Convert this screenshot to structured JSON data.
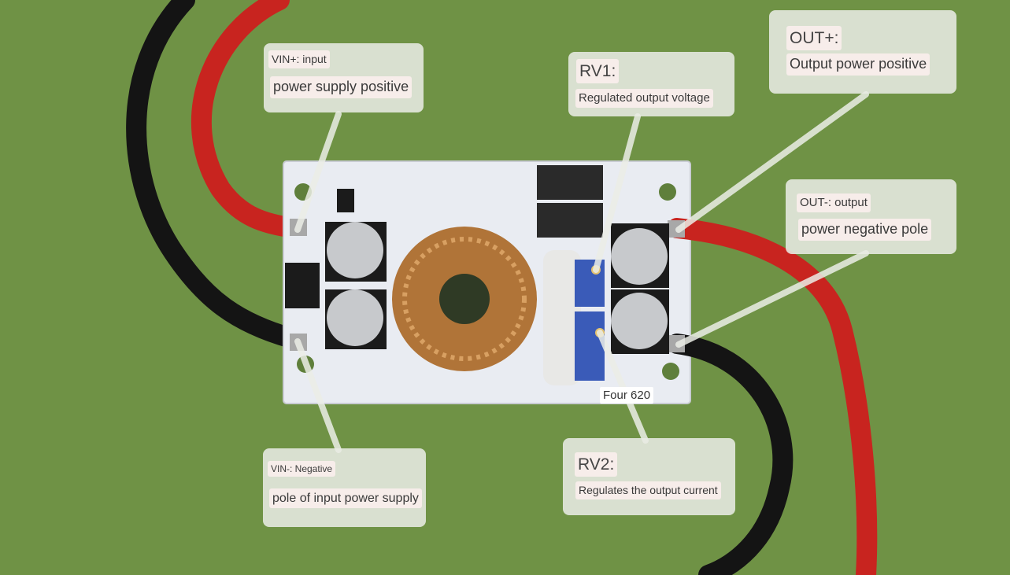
{
  "callouts": {
    "vin_plus": {
      "title": "VIN+: input",
      "body": "power supply positive"
    },
    "vin_minus": {
      "title": "VIN-: Negative",
      "body": "pole of input power supply"
    },
    "rv1": {
      "title": "RV1:",
      "body": "Regulated output voltage"
    },
    "rv2": {
      "title": "RV2:",
      "body": "Regulates the output current"
    },
    "out_plus": {
      "title": "OUT+:",
      "body": "Output power positive"
    },
    "out_minus": {
      "title": "OUT-: output",
      "body": "power negative pole"
    }
  },
  "marking": "Four 620",
  "colors": {
    "background": "#6f9245",
    "board": "#e9ecf2",
    "red_wire": "#c8241f",
    "black_wire": "#141414",
    "coil": "#b07438",
    "potentiometer": "#3a5bb8"
  }
}
